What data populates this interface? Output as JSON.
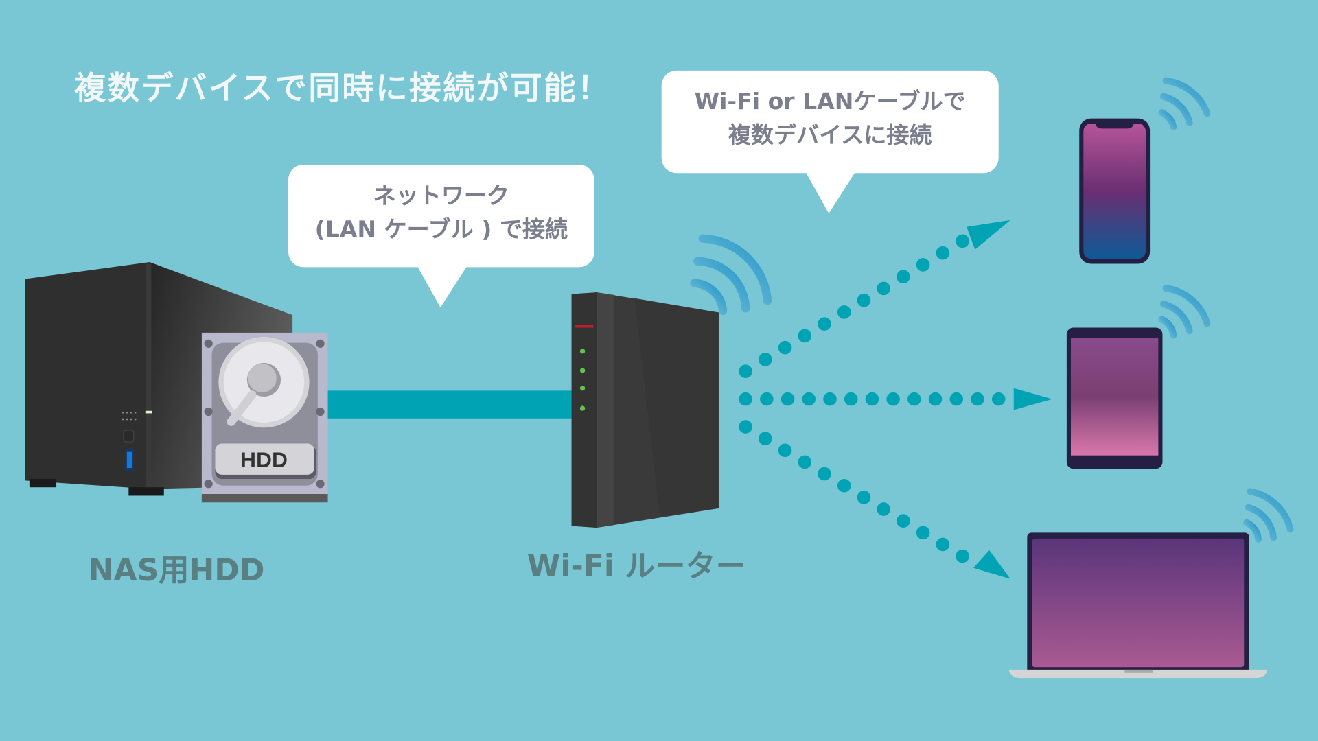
{
  "headline": "複数デバイスで同時に接続が可能！",
  "bubbles": {
    "lan": {
      "line1": "ネットワーク",
      "line2": "(LAN ケーブル ) で接続"
    },
    "wifi": {
      "line1": "Wi-Fi or LANケーブルで",
      "line2": "複数デバイスに接続"
    }
  },
  "labels": {
    "nas": "NAS用HDD",
    "router": "Wi-Fi ルーター",
    "hdd_badge": "HDD"
  },
  "devices": [
    "smartphone",
    "tablet",
    "laptop"
  ],
  "colors": {
    "background": "#79c6d4",
    "cable": "#00a3b4",
    "dots": "#00a3b4",
    "wifi_waves": "#1f95c8",
    "bubble_text": "#7b7f8d",
    "label_text": "#5a7f82",
    "headline_text": "#f2f8fa"
  }
}
